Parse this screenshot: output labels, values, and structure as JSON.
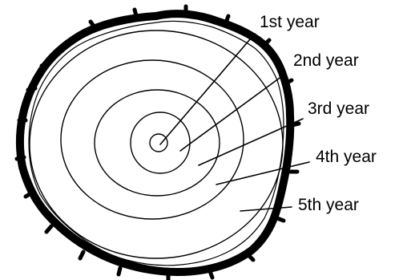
{
  "labels": {
    "year1": "1st year",
    "year2": "2nd year",
    "year3": "3rd year",
    "year4": "4th year",
    "year5": "5th year"
  },
  "colors": {
    "ink": "#000000",
    "background": "#ffffff"
  }
}
